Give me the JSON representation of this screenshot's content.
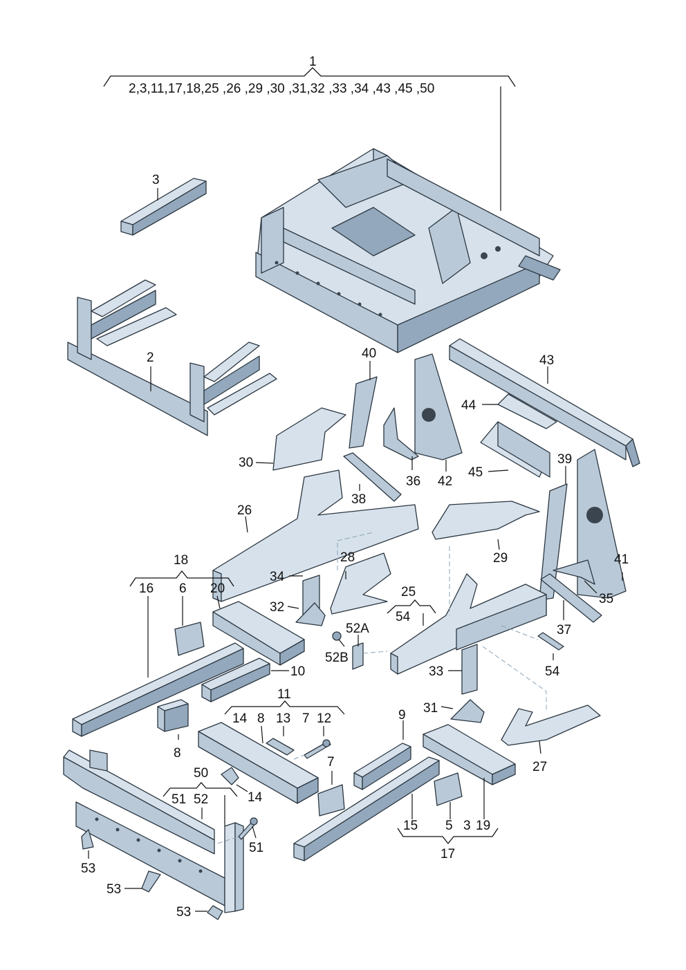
{
  "diagram": {
    "top_callout_number": "1",
    "top_callout_list": "2,3,11,17,18,25 ,26 ,29 ,30 ,31,32 ,33 ,34 ,43 ,45 ,50",
    "labels": {
      "l2": "2",
      "l3": "3",
      "l40": "40",
      "l43": "43",
      "l44": "44",
      "l30": "30",
      "l36": "36",
      "l42": "42",
      "l45": "45",
      "l38": "38",
      "l39": "39",
      "l26": "26",
      "l29": "29",
      "l41": "41",
      "l18": "18",
      "l16": "16",
      "l6": "6",
      "l20": "20",
      "l34": "34",
      "l28": "28",
      "l25": "25",
      "l35": "35",
      "l32": "32",
      "l54a": "54",
      "l52a": "52A",
      "l37": "37",
      "l52b": "52B",
      "l10": "10",
      "l54b": "54",
      "l33": "33",
      "l11": "11",
      "l14a": "14",
      "l8a": "8",
      "l13": "13",
      "l7a": "7",
      "l12": "12",
      "l31": "31",
      "l9": "9",
      "l8b": "8",
      "l27": "27",
      "l7b": "7",
      "l50": "50",
      "l51a": "51",
      "l52": "52",
      "l14b": "14",
      "l15": "15",
      "l5": "5",
      "l3b": "3",
      "l19": "19",
      "l51b": "51",
      "l17": "17",
      "l53a": "53",
      "l53b": "53",
      "l53c": "53"
    }
  }
}
